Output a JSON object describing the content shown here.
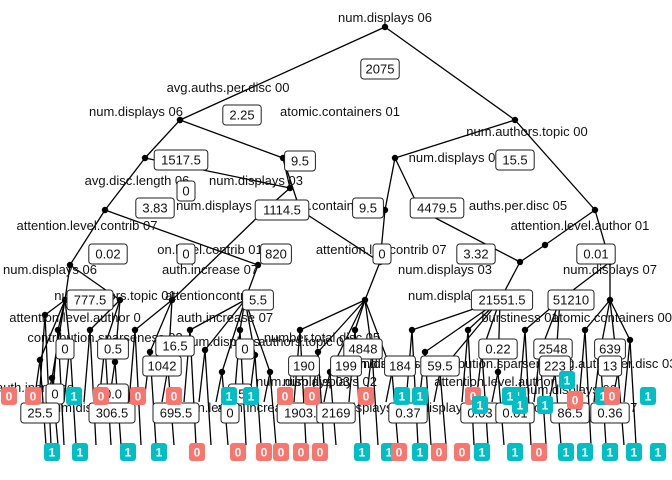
{
  "colors": {
    "class_0": "#F8766D",
    "class_1": "#00BFC4",
    "edge": "#000000"
  },
  "tree": {
    "nodes": [
      {
        "id": "n0",
        "feature": "num.displays 06",
        "threshold": "2075"
      },
      {
        "id": "n1",
        "feature": "avg.auths.per.disc 00",
        "threshold": "2.25"
      },
      {
        "id": "n2",
        "feature": "num.authors.topic 00",
        "threshold": "15.5"
      },
      {
        "id": "n3",
        "feature": "num.displays 06",
        "threshold": "1517.5"
      },
      {
        "id": "n4",
        "feature": "atomic.containers 01",
        "threshold": "9.5"
      },
      {
        "id": "n5",
        "feature": "num.displays 0",
        "threshold": "4479.5"
      },
      {
        "id": "n6",
        "feature": "attention.level.author 01",
        "threshold": "0.01"
      },
      {
        "id": "n7",
        "feature": "avg.disc.length 06",
        "threshold": "3.83"
      },
      {
        "id": "n8",
        "feature": "num.displays 03",
        "threshold": "1114.5"
      },
      {
        "id": "n9",
        "feature": "atomic.containers",
        "threshold": "9.5"
      },
      {
        "id": "n10",
        "feature": "auths.per.disc 05",
        "threshold": "3.32"
      },
      {
        "id": "n11",
        "feature": "num.displays 07",
        "threshold": "51210"
      },
      {
        "id": "n12",
        "feature": "attention.level.contrib 07",
        "threshold": "0.02"
      },
      {
        "id": "n13",
        "feature": "num.displays",
        "threshold": "820"
      },
      {
        "id": "n14",
        "feature": "attention.level.contrib 01",
        "threshold": "0"
      },
      {
        "id": "n15",
        "feature": "num.displays 03",
        "threshold": "21551.5"
      },
      {
        "id": "n16",
        "feature": "atomic.containers 00",
        "threshold": "639"
      },
      {
        "id": "n17",
        "feature": "num.displays 06",
        "threshold": "777.5"
      },
      {
        "id": "n18",
        "feature": "auth.increase 07",
        "threshold": "5.5"
      },
      {
        "id": "n19",
        "feature": "num.displays 03",
        "threshold": "4848"
      },
      {
        "id": "n20",
        "feature": "burstiness 01",
        "threshold": "0.22"
      },
      {
        "id": "n21",
        "feature": "atomic.containers 00",
        "threshold": "2548"
      }
    ],
    "labels": [
      "num.displays 06",
      "avg.auths.per.disc 00",
      "atomic.containers 01",
      "num.displays 06",
      "num.authors.topic 00",
      "num.displays 0",
      "avg.disc.length 06",
      "num.displays 03",
      "num.displays",
      "mic.containers",
      "auths.per.disc 05",
      "attention.level.contrib 07",
      "on.level.contrib 01",
      "attention.l",
      "contrib 07",
      "attention.level.author 01",
      "auth.increase 07",
      "num.displays 03",
      "num.displays 07",
      "num.displays 06",
      "num.authors.topic 01",
      "attention",
      "contrib 00",
      "num.displays 03",
      "attention.level.author 0",
      "auth.increase 07",
      "number.total.disc 05",
      "burstiness 01",
      "atomic.containers 00",
      "contribution.sparseness 03",
      "num.displays",
      "num.authors.topic 04",
      "num.displays 0",
      "avg.auths.per.disc 03",
      "auth.increase",
      "num.displays 03",
      "attention.level.author 0",
      "num.displays 0",
      "num.displays 02",
      "contribution.sparseness 0",
      "attention.level.author 07",
      "num.displays 00",
      "num.displays 0",
      "num.displays 0",
      "attention.lev",
      "auth.increase 0",
      "num.displays 07"
    ],
    "thresholds": [
      "2075",
      "2.25",
      "9.5",
      "1517.5",
      "15.5",
      "4479.5",
      "3.83",
      "1114.5",
      "9.5",
      "3.32",
      "0.02",
      "0",
      "820",
      "0.01",
      "777.5",
      "0",
      "5.5",
      "0",
      "21551.5",
      "51210",
      "0",
      "0.5",
      "16.5",
      "0",
      "4848",
      "0.22",
      "2548",
      "639",
      "0",
      "0.0",
      "1042",
      ".5",
      "190",
      "199",
      "184",
      "59.5",
      "223",
      "13",
      "25.5",
      "306.5",
      "695.5",
      "0",
      "1903.5",
      "2169",
      "0.37",
      "0.03",
      "0.01",
      "86.5",
      "0.36"
    ],
    "leaves_upper": [
      "0",
      "0",
      "1",
      "0",
      "0",
      "0",
      "1",
      "1",
      "0",
      "0",
      "0",
      "1",
      "1",
      "0",
      "1",
      "1",
      "1",
      "1",
      "1",
      "0",
      "1",
      "0",
      "1",
      "1"
    ],
    "leaves_lower": [
      "1",
      "1",
      "1",
      "1",
      "0",
      "0",
      "0",
      "0",
      "0",
      "0",
      "1",
      "1",
      "0",
      "1",
      "0",
      "0",
      "1",
      "1",
      "0",
      "1",
      "1",
      "1",
      "1",
      "1",
      "1"
    ]
  }
}
